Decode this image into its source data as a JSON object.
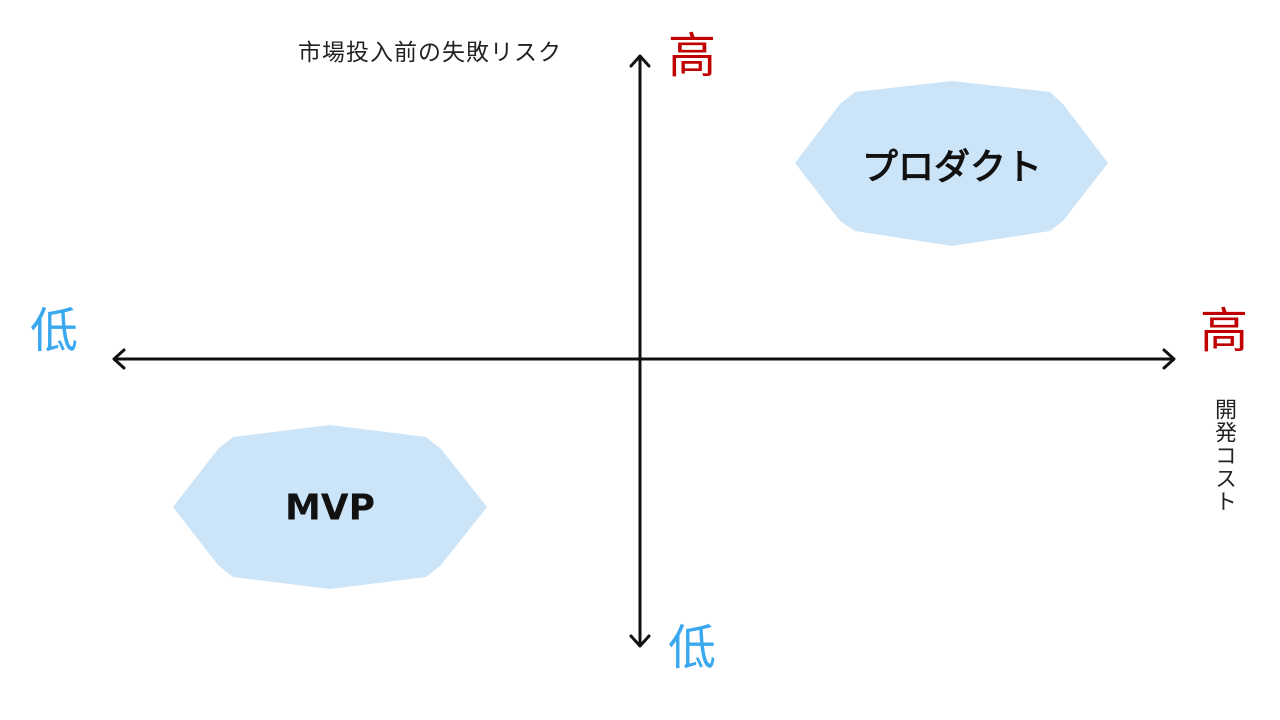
{
  "axes": {
    "y_title": "市場投入前の失敗リスク",
    "y_high": "高",
    "y_low": "低",
    "x_title": "開発コスト",
    "x_high": "高",
    "x_low": "低"
  },
  "nodes": {
    "product": "プロダクト",
    "mvp": "MVP"
  },
  "colors": {
    "high": "#c00000",
    "low": "#3aa8ee",
    "blob_fill": "#cbe4f8",
    "axis": "#111111"
  }
}
